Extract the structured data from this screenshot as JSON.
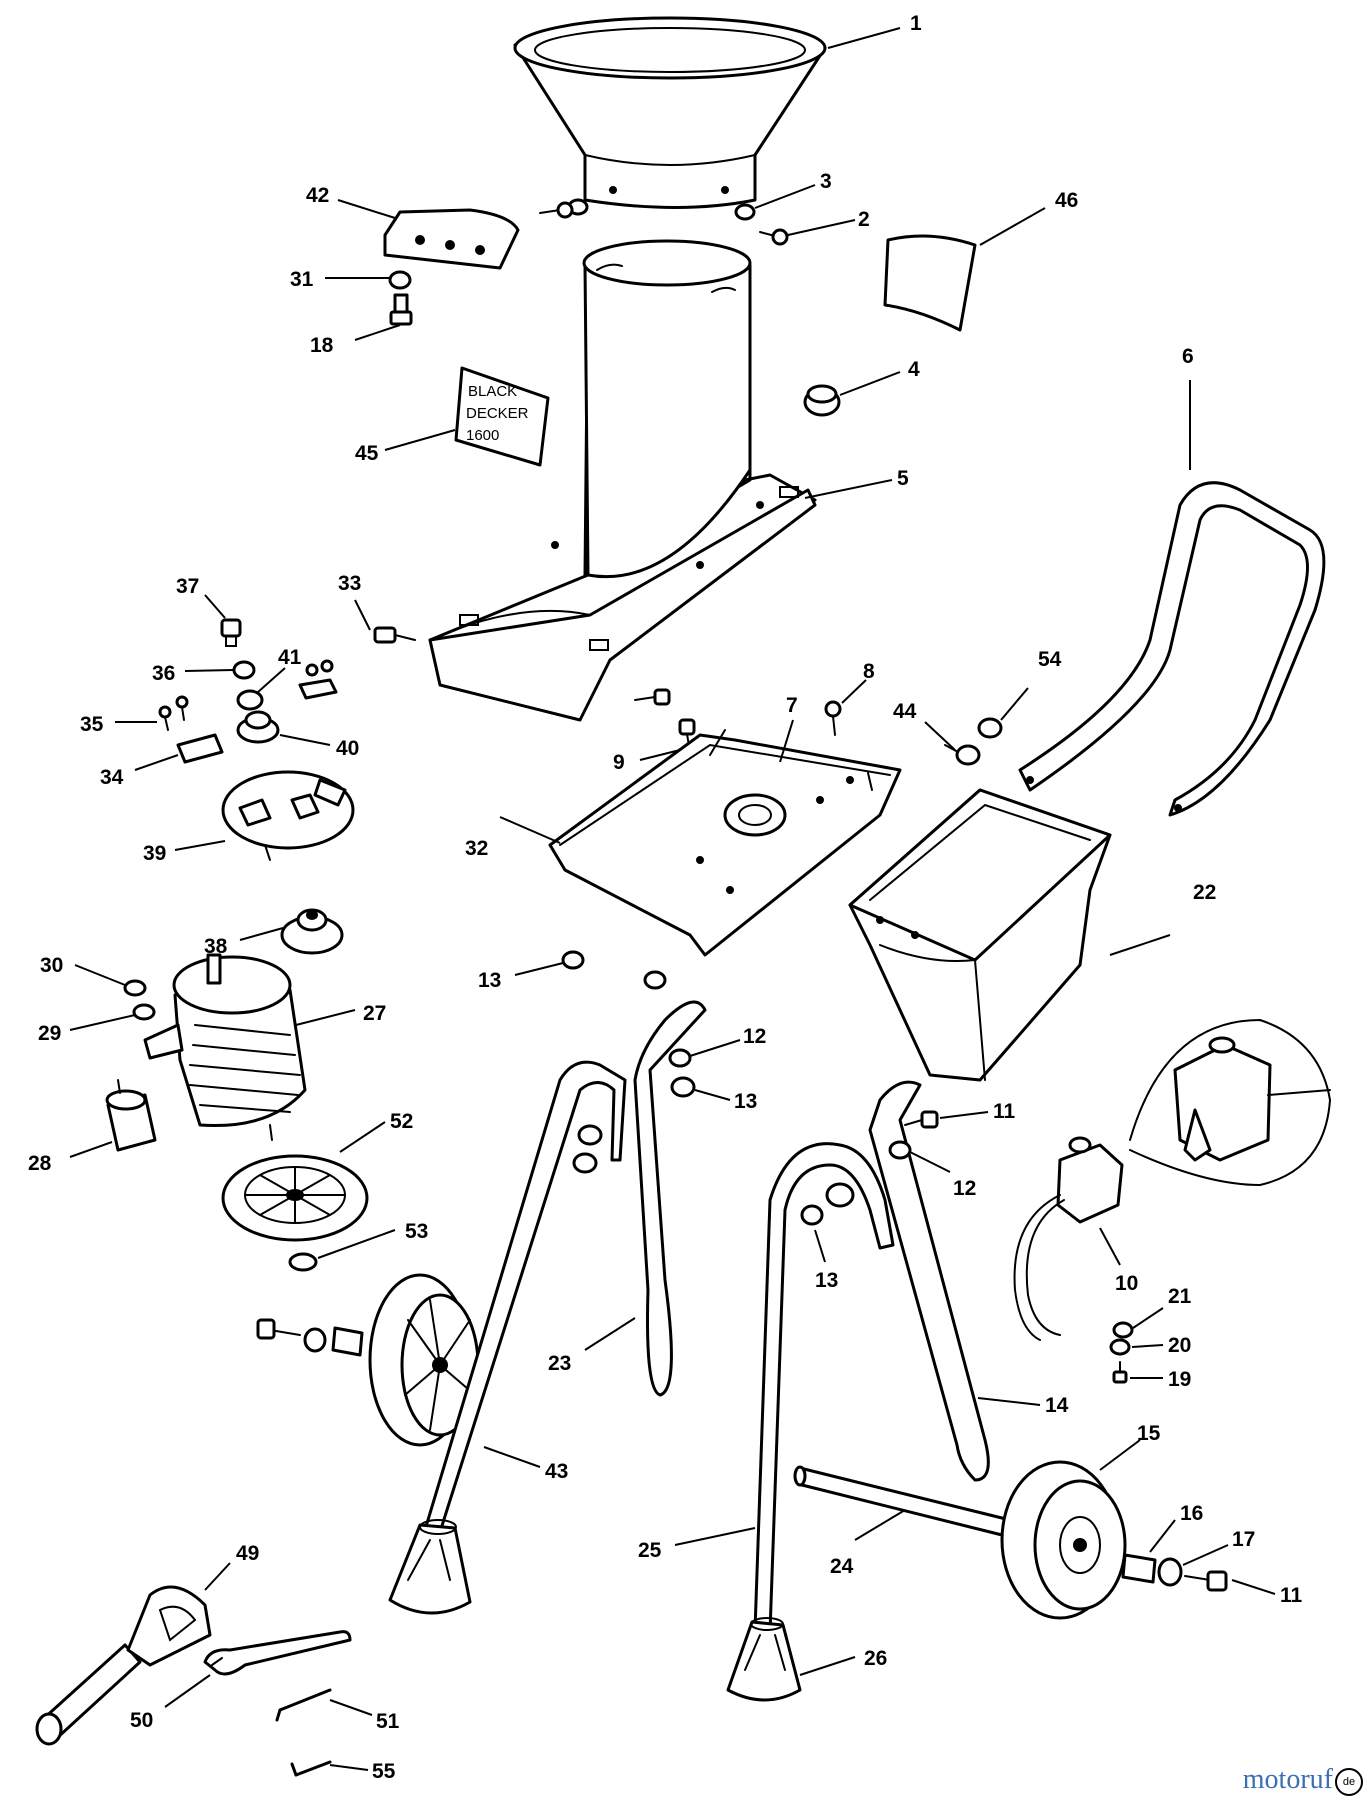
{
  "callouts": [
    {
      "id": "1",
      "label": "1"
    },
    {
      "id": "2",
      "label": "2"
    },
    {
      "id": "3",
      "label": "3"
    },
    {
      "id": "4",
      "label": "4"
    },
    {
      "id": "5",
      "label": "5"
    },
    {
      "id": "6",
      "label": "6"
    },
    {
      "id": "7",
      "label": "7"
    },
    {
      "id": "8",
      "label": "8"
    },
    {
      "id": "9",
      "label": "9"
    },
    {
      "id": "10",
      "label": "10"
    },
    {
      "id": "11a",
      "label": "11"
    },
    {
      "id": "11b",
      "label": "11"
    },
    {
      "id": "12a",
      "label": "12"
    },
    {
      "id": "12b",
      "label": "12"
    },
    {
      "id": "13a",
      "label": "13"
    },
    {
      "id": "13b",
      "label": "13"
    },
    {
      "id": "13c",
      "label": "13"
    },
    {
      "id": "14",
      "label": "14"
    },
    {
      "id": "15",
      "label": "15"
    },
    {
      "id": "16",
      "label": "16"
    },
    {
      "id": "17",
      "label": "17"
    },
    {
      "id": "18",
      "label": "18"
    },
    {
      "id": "19",
      "label": "19"
    },
    {
      "id": "20",
      "label": "20"
    },
    {
      "id": "21",
      "label": "21"
    },
    {
      "id": "22",
      "label": "22"
    },
    {
      "id": "23",
      "label": "23"
    },
    {
      "id": "24",
      "label": "24"
    },
    {
      "id": "25",
      "label": "25"
    },
    {
      "id": "26",
      "label": "26"
    },
    {
      "id": "27",
      "label": "27"
    },
    {
      "id": "28",
      "label": "28"
    },
    {
      "id": "29",
      "label": "29"
    },
    {
      "id": "30",
      "label": "30"
    },
    {
      "id": "31",
      "label": "31"
    },
    {
      "id": "32",
      "label": "32"
    },
    {
      "id": "33",
      "label": "33"
    },
    {
      "id": "34",
      "label": "34"
    },
    {
      "id": "35",
      "label": "35"
    },
    {
      "id": "36",
      "label": "36"
    },
    {
      "id": "37",
      "label": "37"
    },
    {
      "id": "38",
      "label": "38"
    },
    {
      "id": "39",
      "label": "39"
    },
    {
      "id": "40",
      "label": "40"
    },
    {
      "id": "41",
      "label": "41"
    },
    {
      "id": "42",
      "label": "42"
    },
    {
      "id": "43",
      "label": "43"
    },
    {
      "id": "44",
      "label": "44"
    },
    {
      "id": "45",
      "label": "45"
    },
    {
      "id": "46",
      "label": "46"
    },
    {
      "id": "49",
      "label": "49"
    },
    {
      "id": "50",
      "label": "50"
    },
    {
      "id": "51",
      "label": "51"
    },
    {
      "id": "52",
      "label": "52"
    },
    {
      "id": "53",
      "label": "53"
    },
    {
      "id": "54",
      "label": "54"
    },
    {
      "id": "55",
      "label": "55"
    }
  ],
  "decal_text": {
    "line1": "BLACK",
    "line2": "DECKER",
    "line3": "1600"
  },
  "watermark": {
    "text": "motoruf",
    "badge": "de"
  },
  "colors": {
    "ink": "#000000",
    "paper": "#ffffff",
    "watermark": "#3c6eb4"
  }
}
